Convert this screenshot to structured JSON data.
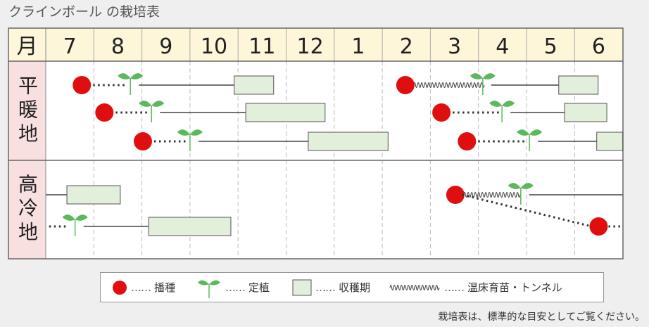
{
  "title": "クラインボール の栽培表",
  "header_label": "月",
  "months": [
    "7",
    "8",
    "9",
    "10",
    "11",
    "12",
    "1",
    "2",
    "3",
    "4",
    "5",
    "6"
  ],
  "regions": [
    {
      "label": "平暖地",
      "rows": [
        [
          {
            "sow": 0.75,
            "plant": 1.76,
            "harvest": [
              3.92,
              4.74
            ]
          },
          {
            "sow": 7.48,
            "tunnel": true,
            "plant": 9.09,
            "harvest": [
              10.67,
              11.49
            ]
          }
        ],
        [
          {
            "sow": 1.22,
            "plant": 2.2,
            "harvest": [
              4.16,
              5.81
            ]
          },
          {
            "sow": 8.23,
            "plant": 9.49,
            "harvest": [
              10.79,
              11.67
            ]
          }
        ],
        [
          {
            "sow": 2.02,
            "plant": 3.0,
            "harvest": [
              5.46,
              7.12
            ]
          },
          {
            "sow": 8.76,
            "plant": 10.06,
            "harvest": [
              11.46,
              12
            ]
          }
        ]
      ]
    },
    {
      "label": "高冷地",
      "rows": [
        [
          {
            "from": 0,
            "harvest": [
              0.44,
              1.55
            ]
          },
          {
            "sow": 8.52,
            "tunnel": true,
            "plant": 9.88,
            "to": 12
          }
        ],
        [
          {
            "dotsFrom": 0.07,
            "plant": 0.61,
            "harvest": [
              2.14,
              3.85
            ]
          },
          {
            "sow": 11.5,
            "dotsTo": 12,
            "sowFrom": 8.52
          }
        ]
      ]
    }
  ],
  "legend": {
    "sow": "播種",
    "plant": "定植",
    "harvest": "収穫期",
    "tunnel": "温床育苗・トンネル",
    "dots": "……"
  },
  "note": "栽培表は、標準的な目安としてご覧ください。",
  "colors": {
    "sow": "#e00f0f",
    "leaf": "#5cb85c",
    "harvest": "#e2efdb",
    "header": "#fdf6d8",
    "region": "#f9e0e0"
  }
}
